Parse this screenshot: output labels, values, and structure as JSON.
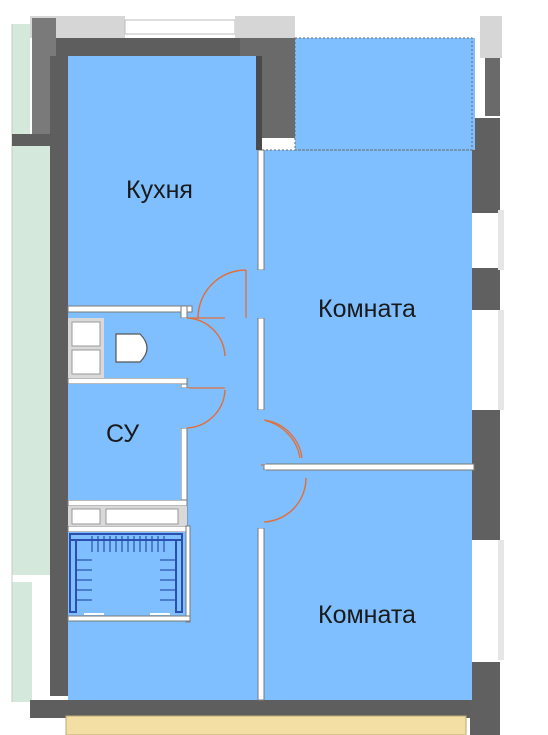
{
  "rooms": {
    "kitchen": "Кухня",
    "bathroom": "СУ",
    "room_1": "Комната",
    "room_2": "Комната"
  },
  "colors": {
    "floor": "#7fbfff",
    "wall": "#555555",
    "wall_light": "#cfcfcf",
    "door": "#e0703a",
    "wardrobe": "#2a4fb0",
    "exterior_green": "#d4e8dc"
  }
}
